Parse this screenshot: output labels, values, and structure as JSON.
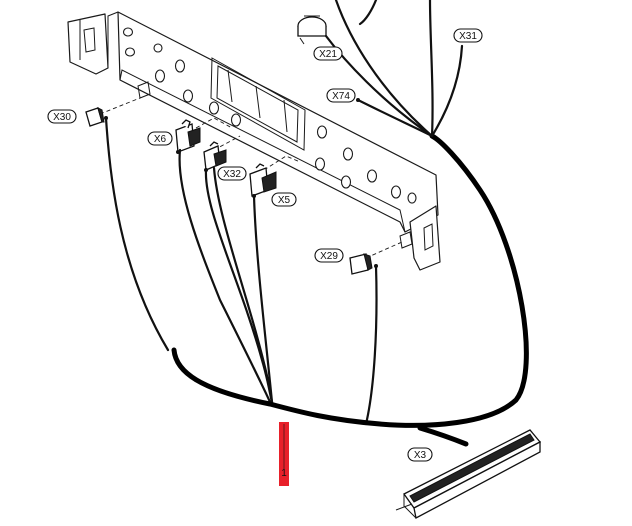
{
  "labels": {
    "x30": "X30",
    "x6": "X6",
    "x32": "X32",
    "x5": "X5",
    "x21": "X21",
    "x74": "X74",
    "x31": "X31",
    "x29": "X29",
    "x3": "X3"
  },
  "marker": {
    "number": "1",
    "color": "#e8202a"
  }
}
